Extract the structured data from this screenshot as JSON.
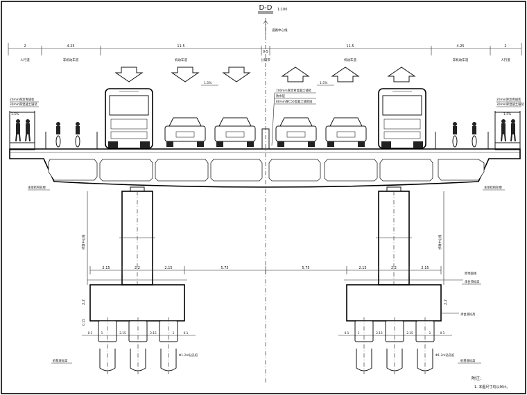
{
  "drawing": {
    "title": "D-D",
    "scale": "1:100",
    "centerline_label": "道路中心线"
  },
  "top_dims": [
    "2",
    "4.25",
    "11.5",
    "0.5",
    "11.5",
    "4.25",
    "2"
  ],
  "lane_labels": [
    "人行道",
    "非机动车道",
    "机动车道",
    "分隔带",
    "机动车道",
    "非机动车道",
    "人行道"
  ],
  "slope_labels": [
    "1.5%",
    "1.5%",
    "1.5%",
    "1.5%"
  ],
  "railing_notes": {
    "left": [
      "20mm厚沥青铺装",
      "30mm厚混凝土铺装"
    ],
    "right": [
      "20mm厚沥青铺装",
      "30mm厚混凝土铺装"
    ],
    "center": [
      "100mm厚沥青混凝土铺装",
      "防水层",
      "80mm厚C50混凝土铺装层"
    ]
  },
  "side_labels": {
    "beam_left": "主梁结构轮廓",
    "beam_right": "主梁结构轮廓",
    "pier_left": "桥墩中心线",
    "pier_right": "桥墩中心线",
    "ground": "原地面线",
    "cap_top": "承台顶标高",
    "cap_bottom": "承台底标高",
    "pile_left": "桩基底标高",
    "pile_right": "桩基底标高"
  },
  "foundation_dims": [
    "2.15",
    "2.2",
    "2.15",
    "5.75",
    "5.75",
    "2.15",
    "2.2",
    "2.15"
  ],
  "pile_dims_left": [
    "0.1",
    "1",
    "2.15",
    "2.15",
    "1",
    "0.1"
  ],
  "pile_dims_right": [
    "0.1",
    "1",
    "2.15",
    "2.15",
    "1",
    "0.1"
  ],
  "pile_dia_left": "Φ1.2m钻孔桩",
  "pile_dia_right": "Φ1.2m钻孔桩",
  "cap_heights": [
    "2.2",
    "0.15"
  ],
  "notes": {
    "heading": "附注:",
    "items": [
      "1. 本图尺寸均以米计。"
    ]
  }
}
